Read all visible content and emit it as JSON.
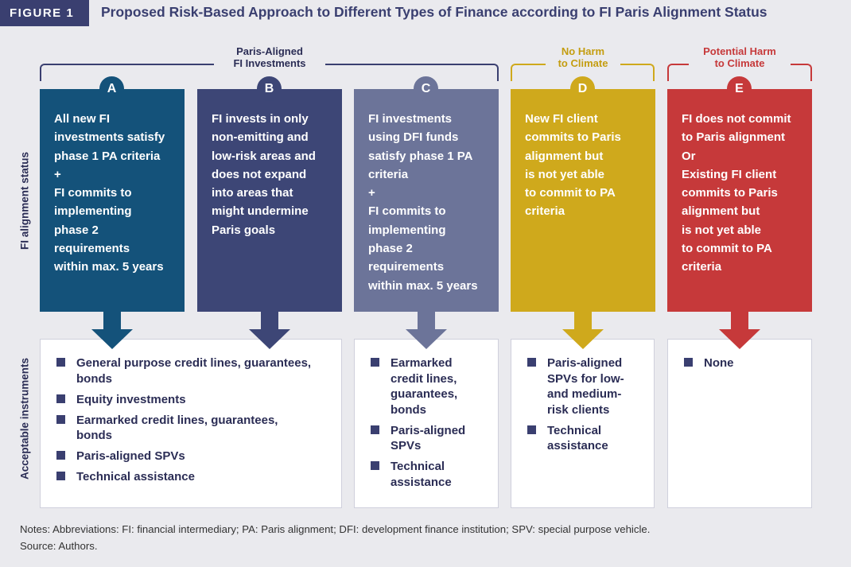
{
  "figure": {
    "label": "FIGURE 1",
    "title": "Proposed Risk-Based Approach to Different Types of Finance according to FI Paris Alignment Status"
  },
  "row_labels": {
    "status": "FI  alignment status",
    "instruments": "Acceptable  instruments"
  },
  "groups": {
    "paris_aligned": "Paris-Aligned\nFI Investments",
    "no_harm": "No Harm\nto Climate",
    "potential_harm": "Potential Harm\nto Climate"
  },
  "columns": [
    {
      "letter": "A",
      "color": "#14527a",
      "status": "All new FI\ninvestments satisfy\nphase 1 PA criteria\n+\nFI commits to\nimplementing\nphase 2\nrequirements\nwithin max. 5 years"
    },
    {
      "letter": "B",
      "color": "#3d4676",
      "status": "FI invests in only\nnon-emitting and\nlow-risk areas and\ndoes not expand\ninto areas that\nmight undermine\nParis goals"
    },
    {
      "letter": "C",
      "color": "#6c7499",
      "status": "FI investments\nusing DFI funds\nsatisfy phase 1 PA\ncriteria\n+\nFI commits to\nimplementing\nphase 2\nrequirements\nwithin max. 5 years"
    },
    {
      "letter": "D",
      "color": "#cfa91c",
      "status": "New FI client\ncommits to Paris\nalignment but\nis not yet able\nto commit to PA\ncriteria"
    },
    {
      "letter": "E",
      "color": "#c6393a",
      "status": "FI does not commit\nto Paris alignment\nOr\nExisting FI client\ncommits to Paris\nalignment but\nis not yet able\nto commit to PA\ncriteria"
    }
  ],
  "instruments": {
    "ab": [
      "General purpose credit lines, guarantees,\nbonds",
      "Equity investments",
      "Earmarked credit lines, guarantees,\nbonds",
      "Paris-aligned SPVs",
      "Technical assistance"
    ],
    "c": [
      "Earmarked\ncredit lines,\nguarantees,\nbonds",
      "Paris-aligned\nSPVs",
      "Technical\nassistance"
    ],
    "d": [
      "Paris-aligned\nSPVs for low-\nand medium-\nrisk clients",
      "Technical\nassistance"
    ],
    "e": [
      "None"
    ]
  },
  "notes": {
    "line1": "Notes: Abbreviations: FI: financial intermediary; PA: Paris alignment; DFI: development finance institution; SPV: special purpose vehicle.",
    "line2": "Source: Authors."
  }
}
